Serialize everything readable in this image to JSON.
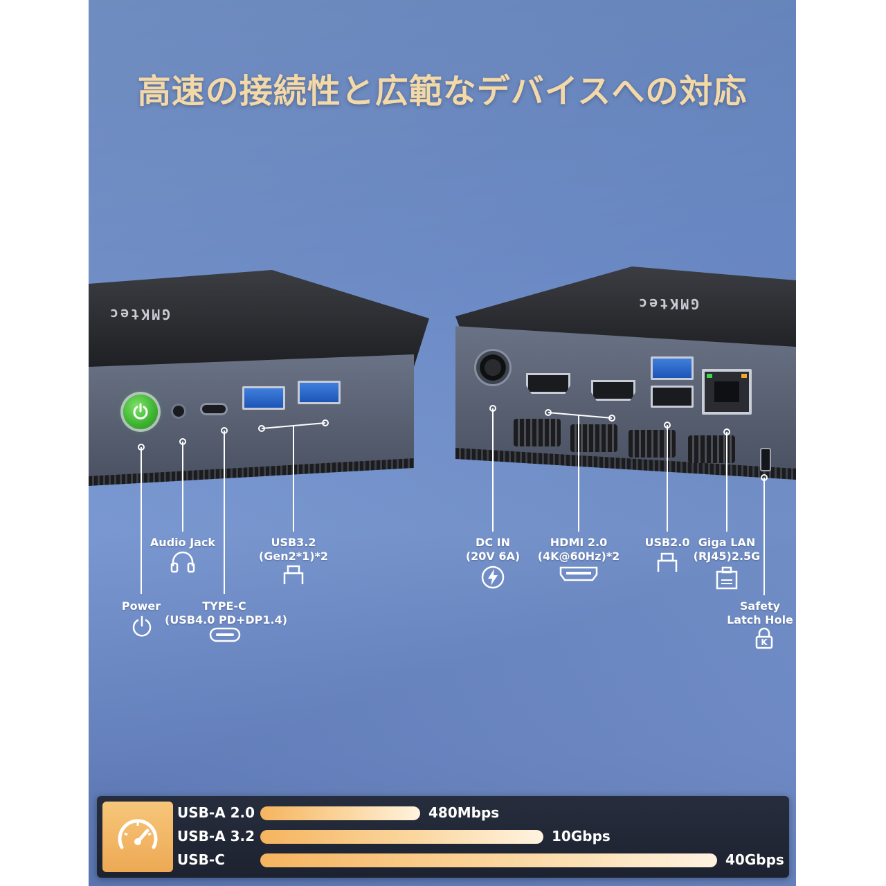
{
  "title": "高速の接続性と広範なデバイスへの対応",
  "brand": "GMKtec",
  "left_ports": {
    "audio_jack": "Audio Jack",
    "usb32_line1": "USB3.2",
    "usb32_line2": "(Gen2*1)*2",
    "power": "Power",
    "typec_line1": "TYPE-C",
    "typec_line2": "(USB4.0 PD+DP1.4)"
  },
  "right_ports": {
    "dcin_line1": "DC IN",
    "dcin_line2": "(20V 6A)",
    "hdmi_line1": "HDMI 2.0",
    "hdmi_line2": "(4K@60Hz)*2",
    "usb20": "USB2.0",
    "lan_line1": "Giga LAN",
    "lan_line2": "(RJ45)2.5G",
    "latch_line1": "Safety",
    "latch_line2": "Latch Hole",
    "latch_k": "K"
  },
  "speeds": [
    {
      "name": "USB-A 2.0",
      "label": "480Mbps",
      "fill": 0.35
    },
    {
      "name": "USB-A 3.2",
      "label": "10Gbps",
      "fill": 0.62
    },
    {
      "name": "USB-C",
      "label": "40Gbps",
      "fill": 1.0
    }
  ],
  "colors": {
    "title": "#f4d9a8",
    "bar": "#f5b45f",
    "panel": "#1d2230",
    "power_button": "#3cb22f",
    "usb3_blue": "#1d55b6"
  }
}
